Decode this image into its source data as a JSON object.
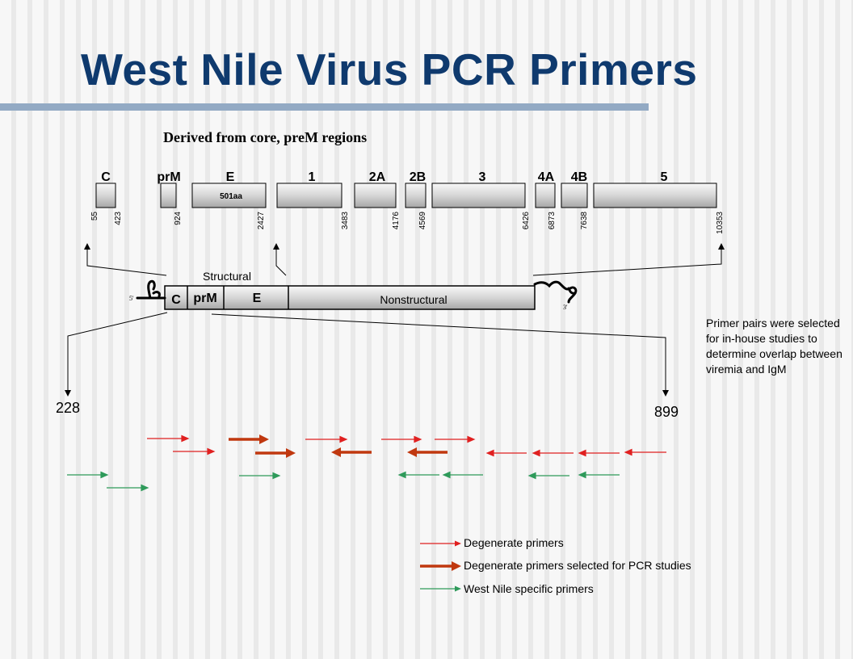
{
  "title": "West Nile Virus PCR Primers",
  "subtitle": "Derived from core, preM regions",
  "genes": [
    {
      "label": "C"
    },
    {
      "label": "prM"
    },
    {
      "label": "E",
      "inner": "501aa"
    },
    {
      "label": "1"
    },
    {
      "label": "2A"
    },
    {
      "label": "2B"
    },
    {
      "label": "3"
    },
    {
      "label": "4A"
    },
    {
      "label": "4B"
    },
    {
      "label": "5"
    }
  ],
  "positions": [
    "55",
    "423",
    "924",
    "2427",
    "3483",
    "4176",
    "4569",
    "6426",
    "6873",
    "7638",
    "10353"
  ],
  "genome": {
    "structural_label": "Structural",
    "c_label": "C",
    "prm_label": "prM",
    "e_label": "E",
    "nonstructural_label": "Nonstructural",
    "five_prime": "5'",
    "three_prime": "3'"
  },
  "range_start": "228",
  "range_end": "899",
  "note": "Primer pairs were selected for in-house studies to determine overlap between viremia and IgM",
  "legend": [
    {
      "label": "Degenerate primers",
      "color": "#e02020"
    },
    {
      "label": "Degenerate primers selected for PCR studies",
      "color": "#c0380f"
    },
    {
      "label": "West Nile specific primers",
      "color": "#2e9a5a"
    }
  ],
  "colors": {
    "red": "#e02020",
    "orange": "#c0380f",
    "green": "#2e9a5a",
    "title": "#0f3a6e"
  }
}
